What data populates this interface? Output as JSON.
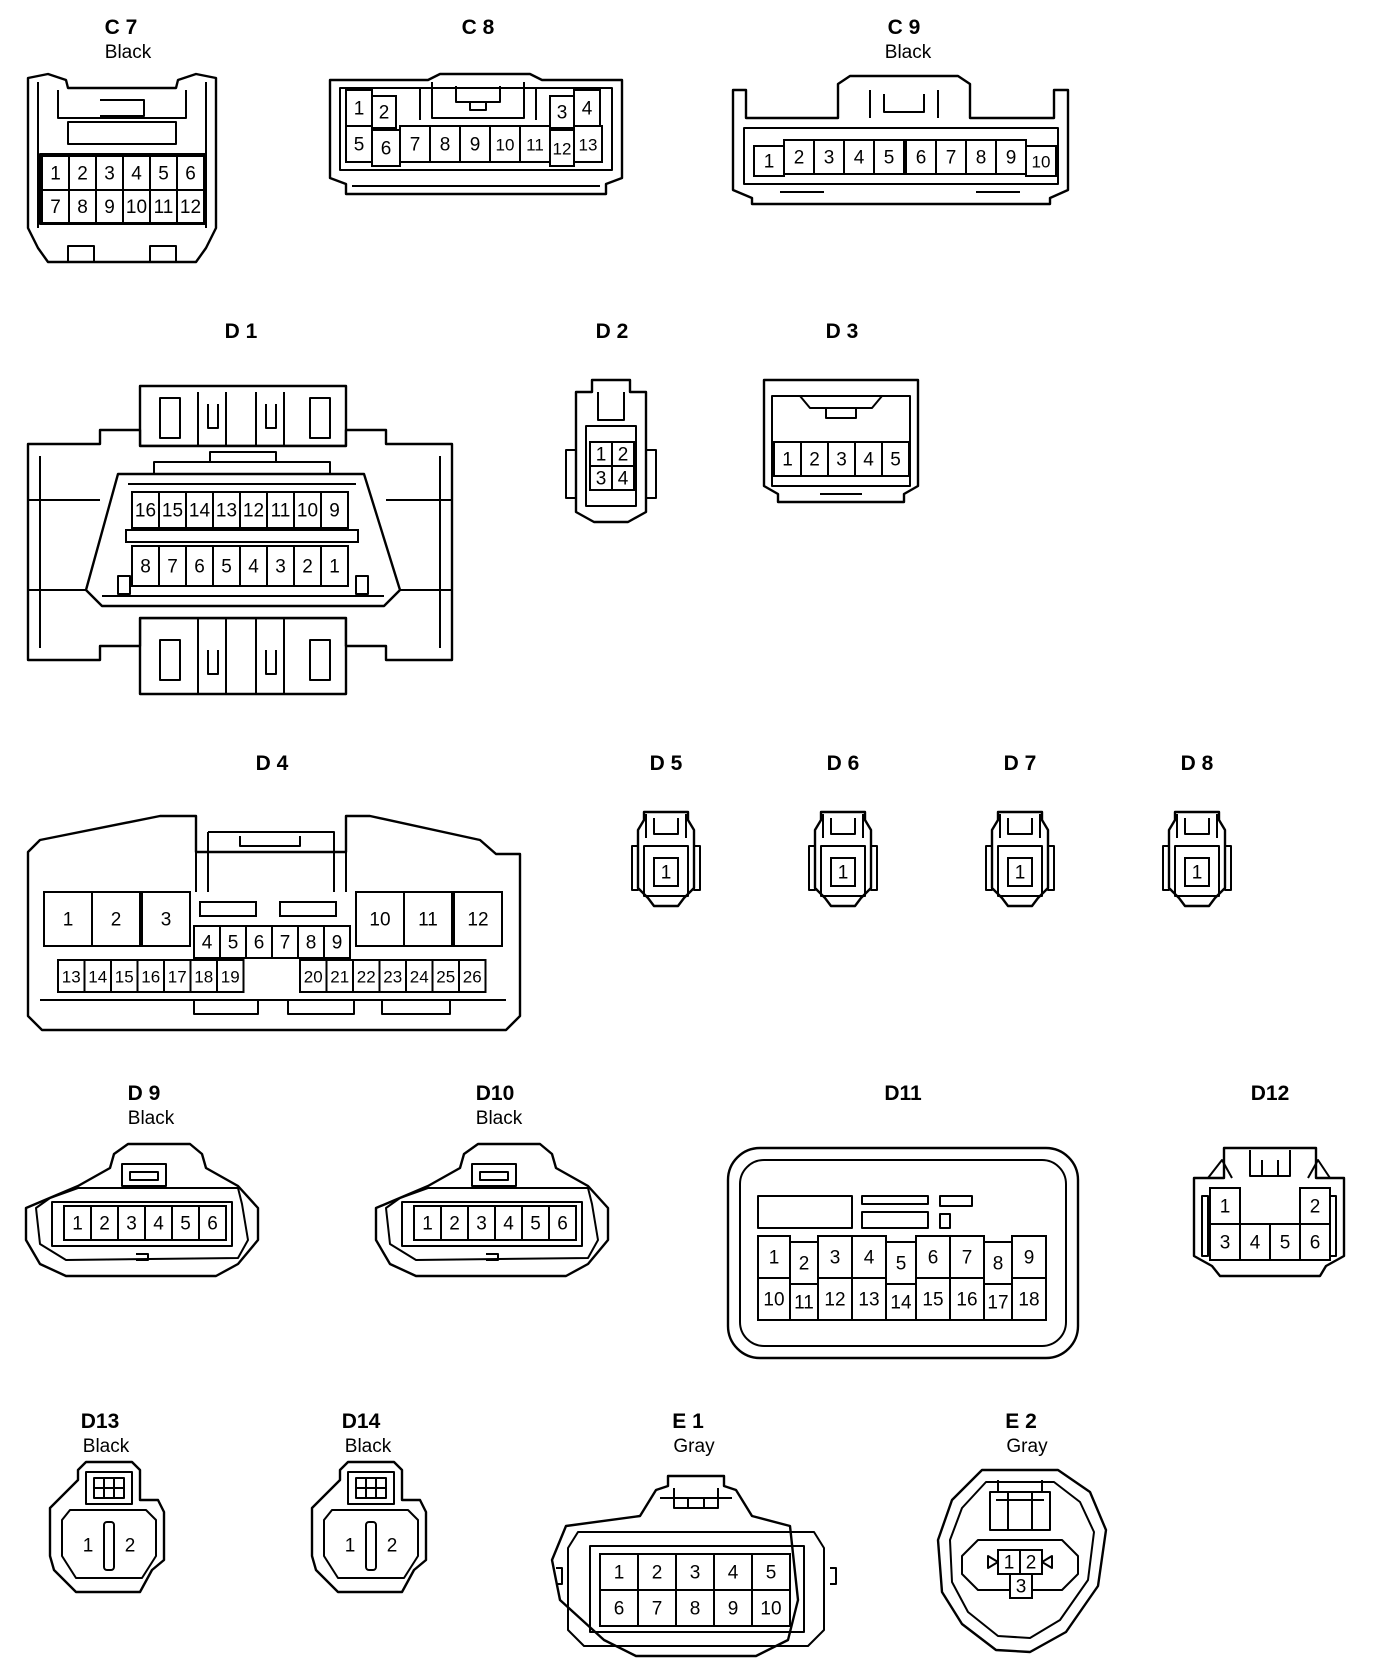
{
  "connectors": [
    {
      "id": "C7",
      "label": "C 7",
      "color": "Black",
      "rows": [
        [
          "1",
          "2",
          "3",
          "4",
          "5",
          "6"
        ],
        [
          "7",
          "8",
          "9",
          "10",
          "11",
          "12"
        ]
      ]
    },
    {
      "id": "C8",
      "label": "C 8",
      "color": "",
      "rows": [
        [
          "1",
          "2",
          "3",
          "4"
        ],
        [
          "5",
          "6",
          "7",
          "8",
          "9",
          "10",
          "11",
          "12",
          "13"
        ]
      ]
    },
    {
      "id": "C9",
      "label": "C 9",
      "color": "Black",
      "rows": [
        [
          "1",
          "2",
          "3",
          "4",
          "5",
          "6",
          "7",
          "8",
          "9",
          "10"
        ]
      ]
    },
    {
      "id": "D1",
      "label": "D 1",
      "color": "",
      "rows": [
        [
          "16",
          "15",
          "14",
          "13",
          "12",
          "11",
          "10",
          "9"
        ],
        [
          "8",
          "7",
          "6",
          "5",
          "4",
          "3",
          "2",
          "1"
        ]
      ]
    },
    {
      "id": "D2",
      "label": "D 2",
      "color": "",
      "rows": [
        [
          "1",
          "2"
        ],
        [
          "3",
          "4"
        ]
      ]
    },
    {
      "id": "D3",
      "label": "D 3",
      "color": "",
      "rows": [
        [
          "1",
          "2",
          "3",
          "4",
          "5"
        ]
      ]
    },
    {
      "id": "D4",
      "label": "D 4",
      "color": "",
      "rows": [
        [
          "1",
          "2",
          "3",
          "10",
          "11",
          "12"
        ],
        [
          "4",
          "5",
          "6",
          "7",
          "8",
          "9"
        ],
        [
          "13",
          "14",
          "15",
          "16",
          "17",
          "18",
          "19",
          "20",
          "21",
          "22",
          "23",
          "24",
          "25",
          "26"
        ]
      ]
    },
    {
      "id": "D5",
      "label": "D 5",
      "color": "",
      "rows": [
        [
          "1"
        ]
      ]
    },
    {
      "id": "D6",
      "label": "D 6",
      "color": "",
      "rows": [
        [
          "1"
        ]
      ]
    },
    {
      "id": "D7",
      "label": "D 7",
      "color": "",
      "rows": [
        [
          "1"
        ]
      ]
    },
    {
      "id": "D8",
      "label": "D 8",
      "color": "",
      "rows": [
        [
          "1"
        ]
      ]
    },
    {
      "id": "D9",
      "label": "D 9",
      "color": "Black",
      "rows": [
        [
          "1",
          "2",
          "3",
          "4",
          "5",
          "6"
        ]
      ]
    },
    {
      "id": "D10",
      "label": "D10",
      "color": "Black",
      "rows": [
        [
          "1",
          "2",
          "3",
          "4",
          "5",
          "6"
        ]
      ]
    },
    {
      "id": "D11",
      "label": "D11",
      "color": "",
      "rows": [
        [
          "1",
          "2",
          "3",
          "4",
          "5",
          "6",
          "7",
          "8",
          "9"
        ],
        [
          "10",
          "11",
          "12",
          "13",
          "14",
          "15",
          "16",
          "17",
          "18"
        ]
      ]
    },
    {
      "id": "D12",
      "label": "D12",
      "color": "",
      "rows": [
        [
          "1",
          "2"
        ],
        [
          "3",
          "4",
          "5",
          "6"
        ]
      ]
    },
    {
      "id": "D13",
      "label": "D13",
      "color": "Black",
      "rows": [
        [
          "1",
          "2"
        ]
      ]
    },
    {
      "id": "D14",
      "label": "D14",
      "color": "Black",
      "rows": [
        [
          "1",
          "2"
        ]
      ]
    },
    {
      "id": "E1",
      "label": "E 1",
      "color": "Gray",
      "rows": [
        [
          "1",
          "2",
          "3",
          "4",
          "5"
        ],
        [
          "6",
          "7",
          "8",
          "9",
          "10"
        ]
      ]
    },
    {
      "id": "E2",
      "label": "E 2",
      "color": "Gray",
      "rows": [
        [
          "1",
          "2"
        ],
        [
          "3"
        ]
      ]
    }
  ]
}
